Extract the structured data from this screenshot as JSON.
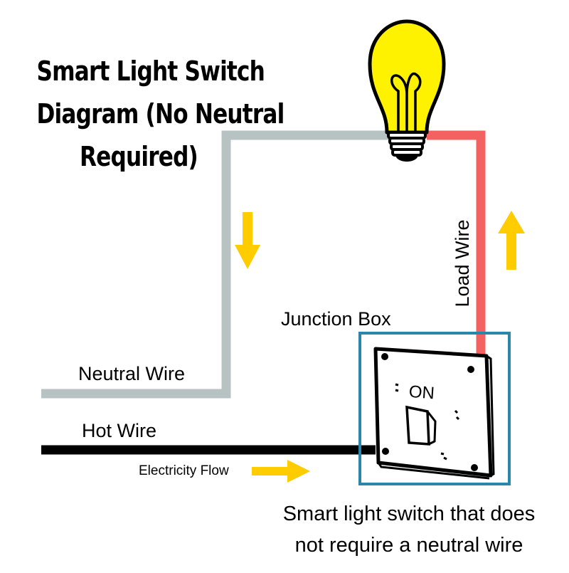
{
  "title": {
    "line1": "Smart Light Switch",
    "line2": "Diagram (No Neutral",
    "line3": "Required)"
  },
  "labels": {
    "junction_box": "Junction Box",
    "load_wire": "Load Wire",
    "neutral_wire": "Neutral Wire",
    "hot_wire": "Hot Wire",
    "electricity_flow": "Electricity Flow",
    "switch_on": "ON"
  },
  "caption": {
    "line1": "Smart light switch that does",
    "line2": "not require a neutral wire"
  },
  "colors": {
    "neutral_wire": "#b7c3c3",
    "load_wire": "#f36161",
    "hot_wire": "#000000",
    "junction_box": "#2a86aa",
    "arrow": "#ffcc00",
    "bulb": "#fff200"
  },
  "icons": [
    "light-bulb-icon",
    "light-switch-icon",
    "arrow-down-icon",
    "arrow-up-icon",
    "arrow-right-icon"
  ]
}
